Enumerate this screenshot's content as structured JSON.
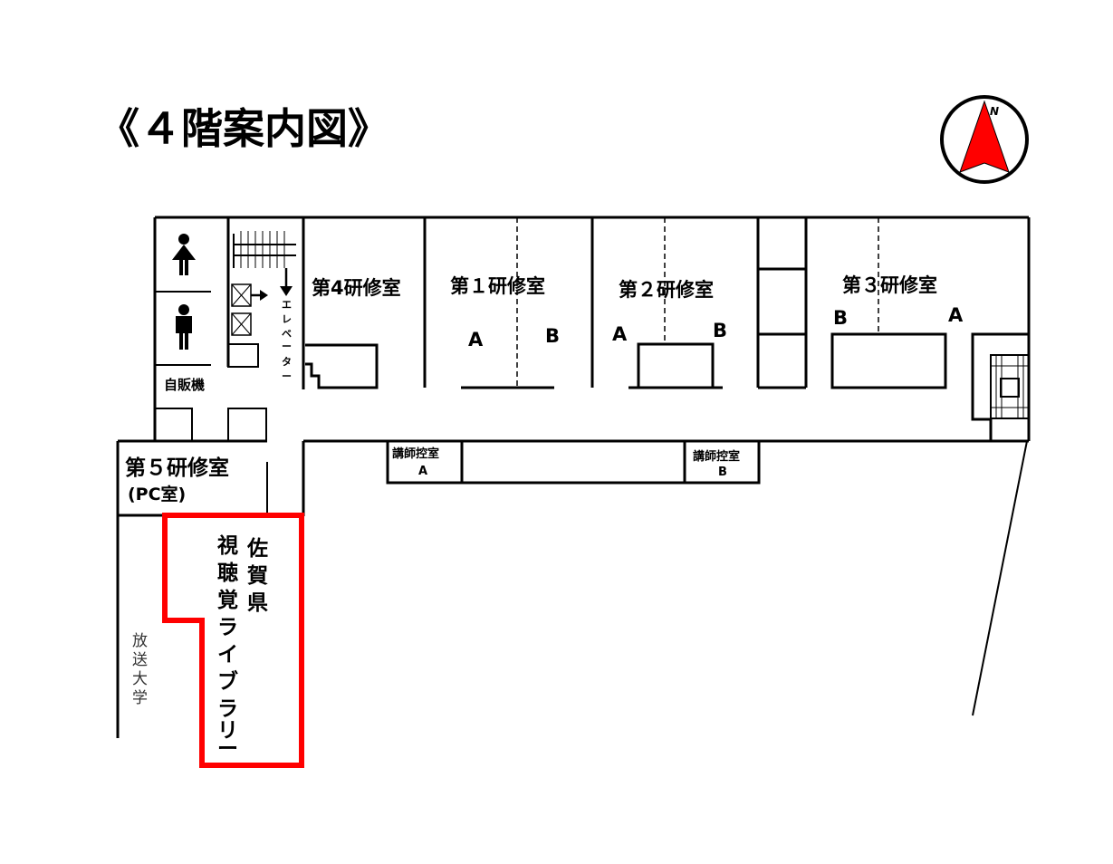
{
  "title": "《４階案内図》",
  "compass": {
    "label": "N",
    "arrow_color": "#ff0000"
  },
  "highlight_color": "#ff0000",
  "rooms": {
    "room4": "第4研修室",
    "room1": "第１研修室",
    "room2": "第２研修室",
    "room3": "第３研修室",
    "room5": "第５研修室",
    "room5_sub": "(PC室)",
    "vending": "自販機",
    "elevator": [
      "エ",
      "レ",
      "ベ",
      "ー",
      "タ",
      "ー"
    ],
    "lecturer_a": [
      "講師控室",
      "A"
    ],
    "lecturer_b": [
      "講師控室",
      "B"
    ],
    "open_univ": [
      "放",
      "送",
      "大",
      "学"
    ],
    "library_col1": [
      "佐",
      "賀",
      "県"
    ],
    "library_col2": [
      "視",
      "聴",
      "覚",
      "ラ",
      "イ",
      "ブ",
      "ラ",
      "リ",
      "ー"
    ]
  },
  "section_labels": {
    "a": "A",
    "b": "B"
  }
}
